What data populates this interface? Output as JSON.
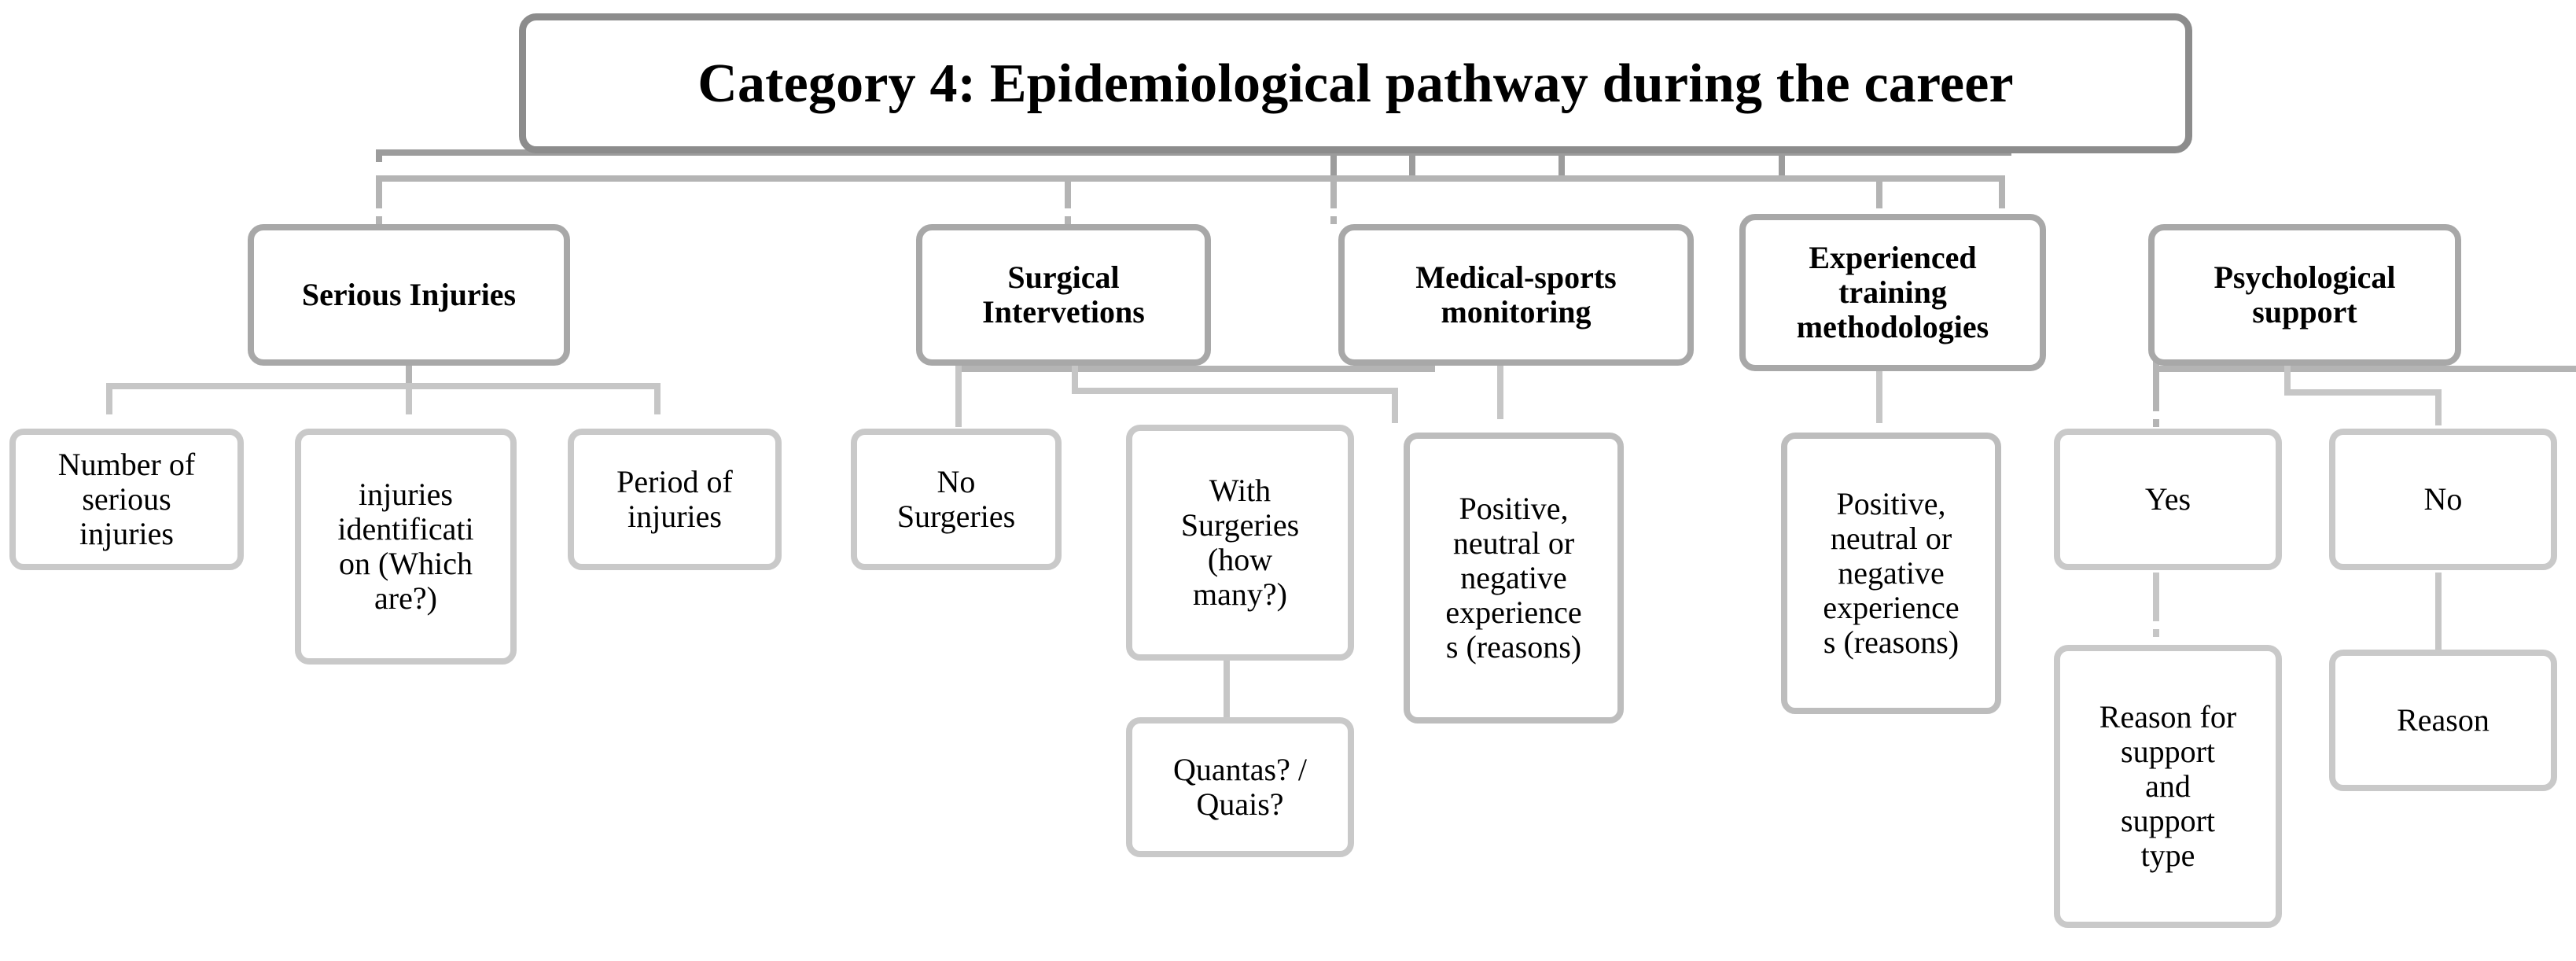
{
  "diagram": {
    "type": "hierarchy-tree",
    "title": "Category 4: Epidemiological pathway during the career",
    "level2": [
      {
        "id": "serious-injuries",
        "label": "Serious Injuries"
      },
      {
        "id": "surgical-intervetions",
        "label": "Surgical\nIntervetions"
      },
      {
        "id": "medical-sports-monitoring",
        "label": "Medical-sports\nmonitoring"
      },
      {
        "id": "experienced-training-methodologies",
        "label": "Experienced\ntraining\nmethodologies"
      },
      {
        "id": "psychological-support",
        "label": "Psychological\nsupport"
      }
    ],
    "leaves": {
      "number_of_serious_injuries": "Number of\nserious\ninjuries",
      "injuries_identification": "injuries\nidentificati\non (Which\nare?)",
      "period_of_injuries": "Period of\ninjuries",
      "no_surgeries": "No\nSurgeries",
      "with_surgeries": "With\nSurgeries\n(how\nmany?)",
      "quantas_quais": "Quantas? /\nQuais?",
      "medical_experiences": "Positive,\nneutral or\nnegative\nexperience\ns (reasons)",
      "training_experiences": "Positive,\nneutral or\nnegative\nexperience\ns (reasons)",
      "yes": "Yes",
      "no": "No",
      "reason_for_support": "Reason for\nsupport\nand\nsupport\ntype",
      "reason": "Reason"
    },
    "colors": {
      "title_border": "#8c8c8c",
      "level2_border": "#a8a8a8",
      "leaf_border": "#c9c9c9",
      "connector_dark": "#9c9c9c",
      "connector_mid": "#b4b4b4",
      "connector_light": "#c6c6c6",
      "background": "#ffffff",
      "text": "#000000"
    }
  }
}
